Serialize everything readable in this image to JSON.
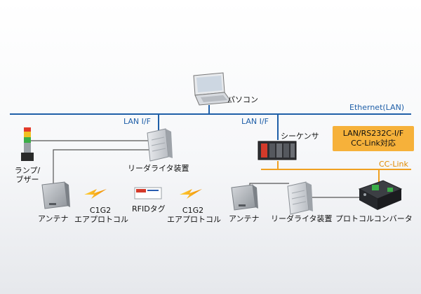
{
  "networks": {
    "ethernet": "Ethernet(LAN)",
    "cclink": "CC-Link",
    "lan_if_left": "LAN I/F",
    "lan_if_right": "LAN I/F"
  },
  "devices": {
    "pc": "パソコン",
    "sequencer": "シーケンサ",
    "lamp": [
      "ランプ/",
      "ブザー"
    ],
    "reader_left": "リーダライタ装置",
    "reader_right": "リーダライタ装置",
    "antenna_left": "アンテナ",
    "antenna_right": "アンテナ",
    "converter": "プロトコルコンバータ",
    "rfid_tag": "RFIDタグ"
  },
  "protocols": {
    "c1g2_left": [
      "C1G2",
      "エアプロトコル"
    ],
    "c1g2_right": [
      "C1G2",
      "エアプロトコル"
    ]
  },
  "badge": [
    "LAN/RS232C-I/F",
    "CC-Link対応"
  ],
  "colors": {
    "ethernet_line": "#1f5fa8",
    "cclink_line": "#f0a020",
    "cable": "#555555",
    "badge_bg": "#f6b13a"
  }
}
